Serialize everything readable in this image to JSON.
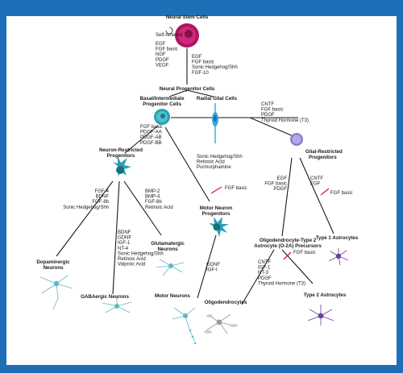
{
  "colors": {
    "frame": "#1e6fb7",
    "stem": "#a8125a",
    "progenitor": "#2aa0b3",
    "glial": "#8a7fd1",
    "neuron": "#2aa0b3",
    "astro": "#6b3fa0",
    "oligo": "#9a9a9a",
    "inhibit": "#d6202a"
  },
  "nodes": {
    "neural_stem": "Neural Stem Cells",
    "self_renewal": "Self-renewal",
    "neural_progenitor": "Neural Progenitor Cells",
    "basal_line1": "Basal/Intermediate",
    "basal_line2": "Progenitor Cells",
    "radial_glial": "Radial Glial Cells",
    "neuron_restricted_line1": "Neuron-Restricted",
    "neuron_restricted_line2": "Progenitors",
    "glial_restricted_line1": "Glial-Restricted",
    "glial_restricted_line2": "Progenitors",
    "motor_progenitors_line1": "Motor Neuron",
    "motor_progenitors_line2": "Progenitors",
    "glutamatergic_line1": "Glutamatergic",
    "glutamatergic_line2": "Neurons",
    "dopaminergic_line1": "Dopaminergic",
    "dopaminergic_line2": "Neurons",
    "gabaergic": "GABAergic Neurons",
    "motor_neurons": "Motor Neurons",
    "o2a_line1": "Oligodendrocyte-Type 2",
    "o2a_line2": "Astrocyte (O-2A) Precursors",
    "type1_astro": "Type 1 Astrocytes",
    "type2_astro": "Type 2 Astrocytes",
    "oligodendrocytes": "Oligodendrocytes"
  },
  "factors": {
    "stem_self_renewal": [
      "EGF",
      "FGF basic",
      "NGF",
      "PDGF",
      "VEGF"
    ],
    "stem_to_progenitor": [
      "EGF",
      "FGF basic",
      "Sonic Hedgehog/Shh",
      "FGF-10"
    ],
    "to_glial_restricted": [
      "CNTF",
      "FGF basic",
      "PDGF",
      "Thyroid Hormone (T3)"
    ],
    "basal_to_neuron_restricted": [
      "FGF basic",
      "PDGF-AA",
      "PDGF-AB",
      "PDGF-BB"
    ],
    "to_motor_progenitors": [
      "Sonic Hedgehog/Shh",
      "Retinoic Acid",
      "Purmorphamine"
    ],
    "motor_inhibit": "FGF basic",
    "to_dopaminergic": [
      "FGF-4",
      "BDNF",
      "FGF-8b",
      "Sonic Hedgehog/Shh"
    ],
    "to_glutamatergic": [
      "BMP-2",
      "BMP-4",
      "FGF-8b",
      "Retinoic Acid"
    ],
    "to_gabaergic": [
      "BDNF",
      "GDNF",
      "IGF-1",
      "NT-4",
      "Sonic Hedgehog/Shh",
      "Retinoic Acid",
      "Valproic Acid"
    ],
    "to_motor_neurons": [
      "GDNF",
      "IGF-I"
    ],
    "to_o2a": [
      "EGF",
      "FGF basic",
      "PDGF"
    ],
    "to_type1": [
      "CNTF",
      "EGF"
    ],
    "type1_inhibit": "FGF basic",
    "o2a_inhibit": "FGF basic",
    "to_oligodendrocytes": [
      "CNTF",
      "IGF-1",
      "NT-3",
      "PDGF",
      "Thyroid Hormone (T3)"
    ]
  }
}
